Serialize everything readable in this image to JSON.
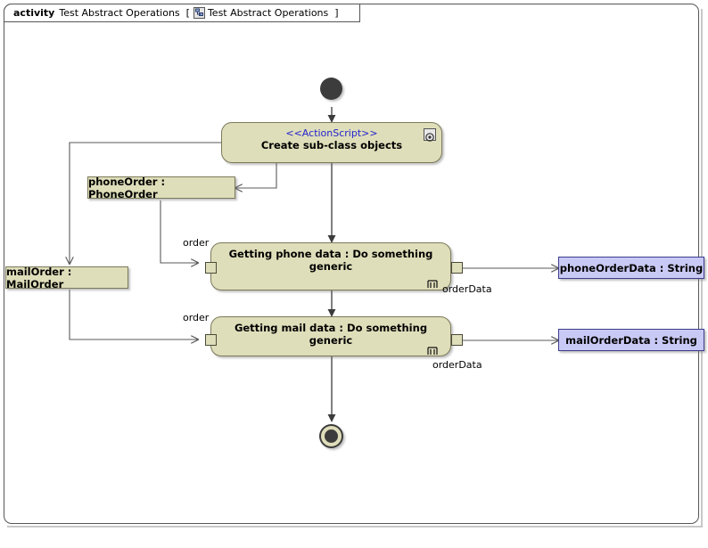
{
  "frame": {
    "keyword": "activity",
    "name": "Test Abstract Operations",
    "bracket_open": "[",
    "bracket_close": "]",
    "diagram_name": "Test Abstract Operations",
    "icon": "activity-diagram-icon"
  },
  "colors": {
    "node_fill": "#dfdeba",
    "node_border": "#7c7a5a",
    "object_fill": "#dfdeba",
    "string_fill": "#c9c9f5",
    "string_border": "#3c3c8c",
    "stereotype_text": "#2222cc",
    "connector": "#3c3c3c",
    "frame_border": "#565656",
    "initial_node": "#3c3c3c"
  },
  "nodes": {
    "initial": {
      "label": "initial-node"
    },
    "final": {
      "label": "activity-final-node"
    },
    "create_action": {
      "stereotype": "<<ActionScript>>",
      "name": "Create sub-class objects",
      "badge_icon": "gear-icon"
    },
    "phone_order_object": {
      "name": "phoneOrder : PhoneOrder"
    },
    "mail_order_object": {
      "name": "mailOrder : MailOrder"
    },
    "phone_activity": {
      "name": "Getting phone data : Do something generic",
      "rake_icon": "rake-icon",
      "input_pin_label": "order",
      "output_pin_label": "orderData"
    },
    "mail_activity": {
      "name": "Getting mail data : Do something generic",
      "rake_icon": "rake-icon",
      "input_pin_label": "order",
      "output_pin_label": "orderData"
    },
    "phone_order_data": {
      "name": "phoneOrderData : String"
    },
    "mail_order_data": {
      "name": "mailOrderData : String"
    }
  }
}
